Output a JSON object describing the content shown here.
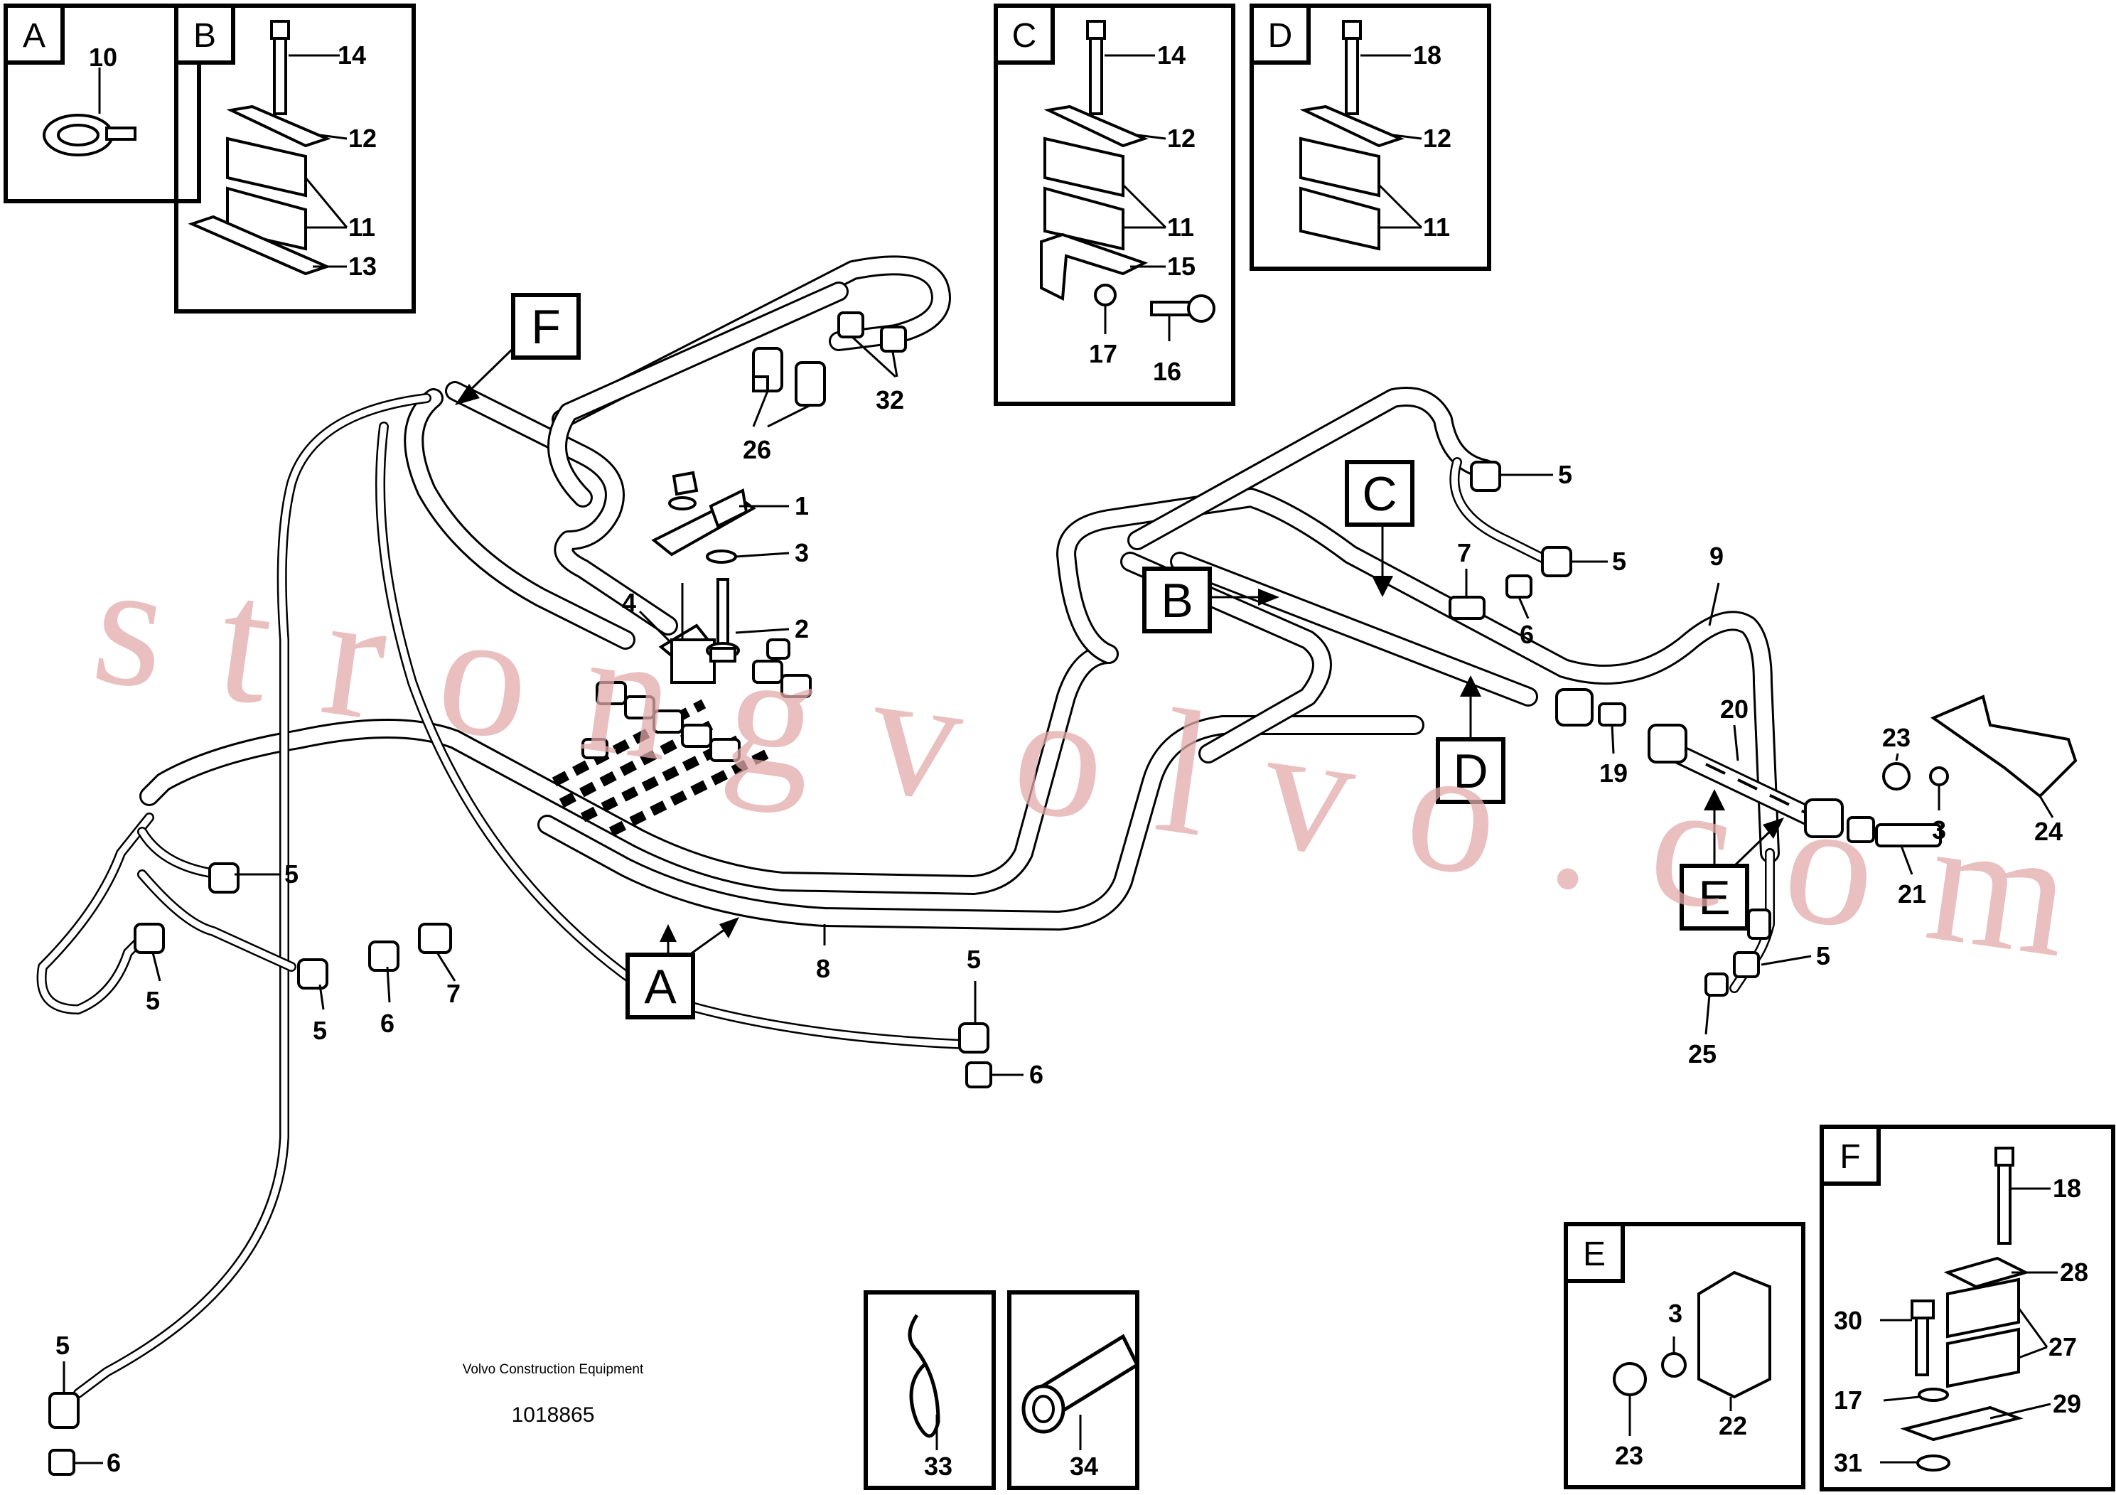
{
  "title": "Volvo Construction Equipment",
  "drawing_number": "1018865",
  "watermark": "strongvolvo.com",
  "detail_tags": [
    "A",
    "B",
    "C",
    "D",
    "E",
    "F"
  ],
  "part_numbers": [
    "1",
    "2",
    "3",
    "4",
    "5",
    "6",
    "7",
    "8",
    "9",
    "10",
    "11",
    "12",
    "13",
    "14",
    "15",
    "16",
    "17",
    "18",
    "19",
    "20",
    "21",
    "22",
    "23",
    "24",
    "25",
    "26",
    "27",
    "28",
    "29",
    "30",
    "31",
    "32",
    "33",
    "34"
  ],
  "colors": {
    "ink": "#000000",
    "paper": "#ffffff",
    "watermark": "#e3a9aa"
  }
}
